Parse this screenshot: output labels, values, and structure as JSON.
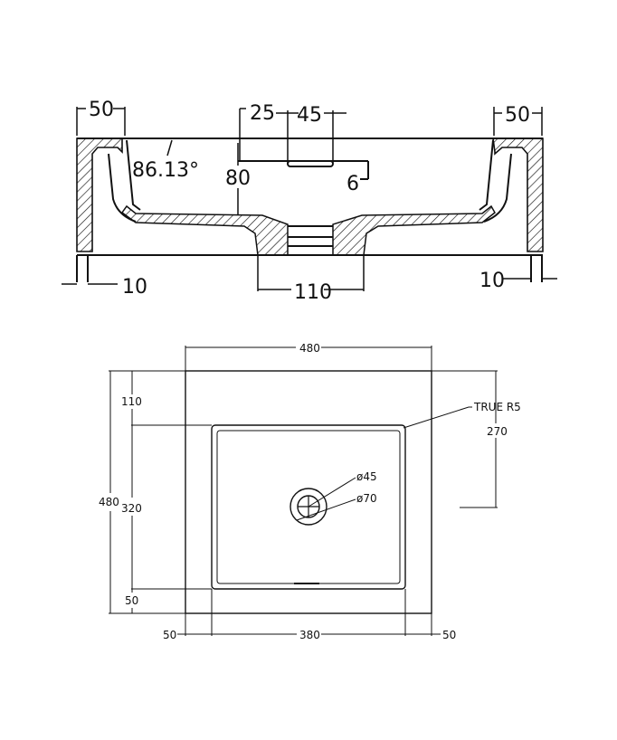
{
  "section_view": {
    "dimensions": {
      "rim_left": "50",
      "rim_right": "50",
      "overflow_offset": "25",
      "overflow_width": "45",
      "angle": "86.13°",
      "depth": "80",
      "overflow_height": "6",
      "edge_left": "10",
      "edge_right": "10",
      "drain_width": "110"
    }
  },
  "plan_view": {
    "dimensions": {
      "overall_width": "480",
      "overall_depth": "480",
      "back_offset": "110",
      "bowl_depth": "320",
      "front_offset": "50",
      "drain_offset": "270",
      "side_left": "50",
      "bowl_width": "380",
      "side_right": "50",
      "corner_radius": "TRUE R5",
      "drain_inner": "ø45",
      "drain_outer": "ø70"
    }
  }
}
